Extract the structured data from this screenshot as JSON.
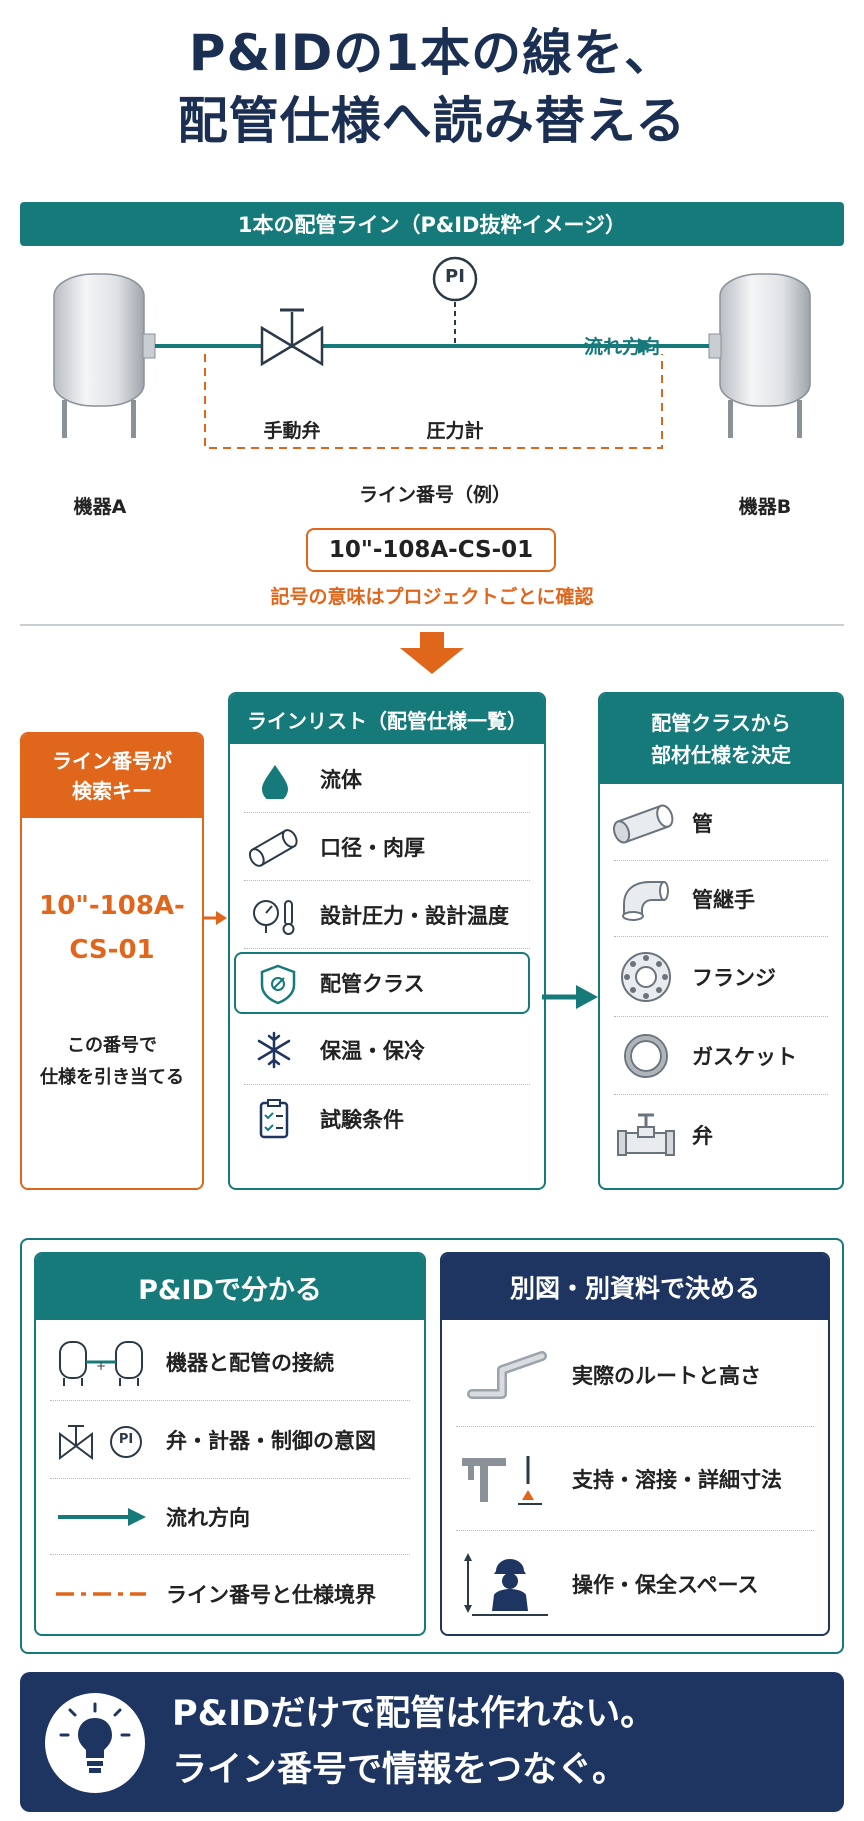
{
  "title": {
    "line1": "P&IDの1本の線を、",
    "line2": "配管仕様へ読み替える"
  },
  "section_header": "1本の配管ライン（P&ID抜粋イメージ）",
  "diagram": {
    "equip_a": "機器A",
    "equip_b": "機器B",
    "valve_label": "手動弁",
    "gauge_symbol": "PI",
    "gauge_label": "圧力計",
    "flow_label": "流れ方向",
    "line_no_caption": "ライン番号（例）",
    "line_no": "10\"-108A-CS-01",
    "note": "記号の意味はプロジェクトごとに確認"
  },
  "search_key": {
    "header": [
      "ライン番号が",
      "検索キー"
    ],
    "code": [
      "10\"-108A-",
      "CS-01"
    ],
    "desc": [
      "この番号で",
      "仕様を引き当てる"
    ]
  },
  "line_list": {
    "header": "ラインリスト（配管仕様一覧）",
    "items": [
      {
        "label": "流体",
        "icon": "drop-icon"
      },
      {
        "label": "口径・肉厚",
        "icon": "pipe-icon"
      },
      {
        "label": "設計圧力・設計温度",
        "icon": "gauge-thermometer-icon"
      },
      {
        "label": "配管クラス",
        "icon": "shield-icon"
      },
      {
        "label": "保温・保冷",
        "icon": "snowflake-icon"
      },
      {
        "label": "試験条件",
        "icon": "clipboard-icon"
      }
    ]
  },
  "piping_class": {
    "header": [
      "配管クラスから",
      "部材仕様を決定"
    ],
    "items": [
      {
        "label": "管",
        "icon": "pipe-icon"
      },
      {
        "label": "管継手",
        "icon": "elbow-icon"
      },
      {
        "label": "フランジ",
        "icon": "flange-icon"
      },
      {
        "label": "ガスケット",
        "icon": "gasket-icon"
      },
      {
        "label": "弁",
        "icon": "valve-icon"
      }
    ]
  },
  "pid_known": {
    "header": "P&IDで分かる",
    "items": [
      {
        "label": "機器と配管の接続",
        "icon": "tanks-icon"
      },
      {
        "label": "弁・計器・制御の意図",
        "icon": "valve-pi-icon",
        "symbol": "PI"
      },
      {
        "label": "流れ方向",
        "icon": "arrow-icon"
      },
      {
        "label": "ライン番号と仕様境界",
        "icon": "dashdot-line-icon"
      }
    ]
  },
  "separate_docs": {
    "header": "別図・別資料で決める",
    "items": [
      {
        "label": "実際のルートと高さ",
        "icon": "pipe-route-icon"
      },
      {
        "label": "支持・溶接・詳細寸法",
        "icon": "support-weld-icon"
      },
      {
        "label": "操作・保全スペース",
        "icon": "worker-icon"
      }
    ]
  },
  "footer": {
    "line1": "P&IDだけで配管は作れない。",
    "line2": "ライン番号で情報をつなぐ。",
    "icon": "lightbulb-icon"
  },
  "colors": {
    "teal": "#167a7a",
    "navy": "#1d3560",
    "orange": "#e0661c"
  }
}
